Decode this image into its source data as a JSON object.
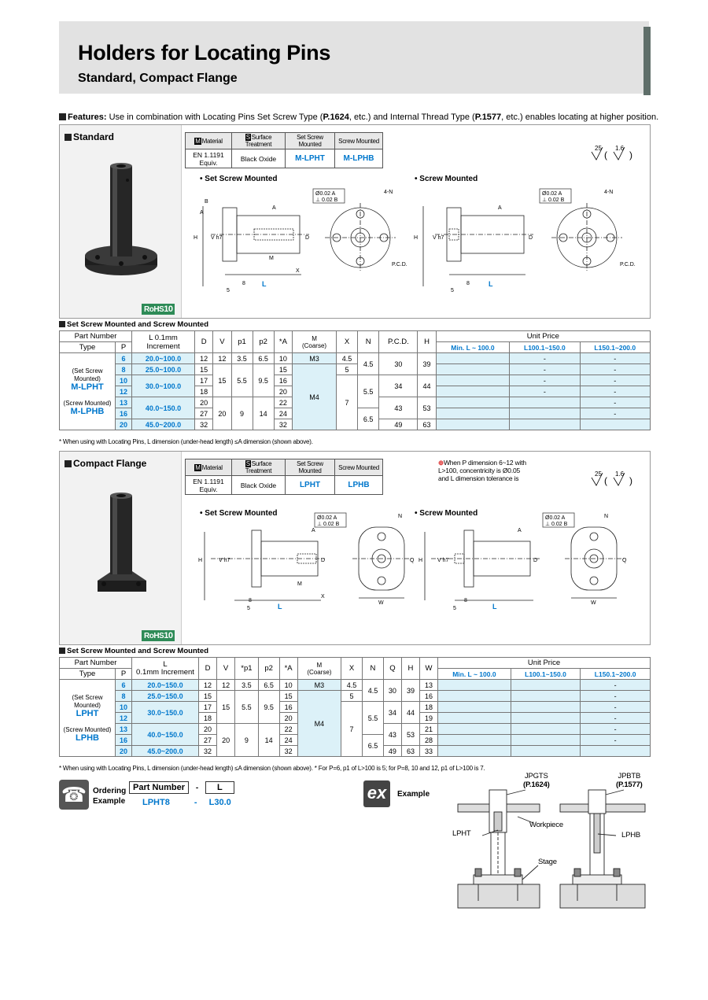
{
  "header": {
    "title": "Holders for Locating Pins",
    "subtitle": "Standard, Compact Flange"
  },
  "features": {
    "label": "Features:",
    "text_a": " Use in combination with Locating Pins Set Screw Type (",
    "ref1": "P.1624",
    "text_b": ", etc.) and Internal Thread Type (",
    "ref2": "P.1577",
    "text_c": ", etc.) enables locating at higher position."
  },
  "standard": {
    "title": "Standard",
    "rohs": "RoHS",
    "rohs_num": "10",
    "material_table": {
      "h_material_tag": "M",
      "h_material": "Material",
      "h_surface_tag": "S",
      "h_surface": "Surface Treatment",
      "h_set": "Set Screw Mounted",
      "h_screw": "Screw Mounted",
      "material": "EN 1.1191 Equiv.",
      "surface": "Black Oxide",
      "set_code": "M-LPHT",
      "screw_code": "M-LPHB"
    },
    "surface_finish": "25",
    "surface_finish2": "1.6",
    "label_set": "• Set Screw Mounted",
    "label_screw": "• Screw Mounted",
    "table_caption": "Set Screw Mounted and Screw Mounted",
    "columns": [
      "D",
      "V",
      "p1",
      "p2",
      "*A",
      "M (Coarse)",
      "X",
      "N",
      "P.C.D.",
      "H"
    ],
    "h_part": "Part Number",
    "h_type": "Type",
    "h_p": "P",
    "h_l": "L 0.1mm Increment",
    "h_m": "M",
    "h_coarse": "(Coarse)",
    "h_price": "Unit Price",
    "price_cols": [
      "Min. L ~ 100.0",
      "L100.1~150.0",
      "L150.1~200.0"
    ],
    "type_set_label": "(Set Screw Mounted)",
    "type_set_code": "M-LPHT",
    "type_screw_label": "(Screw Mounted)",
    "type_screw_code": "M-LPHB",
    "rows": [
      {
        "p": "6",
        "l": "20.0~100.0",
        "d": "12",
        "a": "10",
        "price": [
          "",
          "-",
          "-"
        ]
      },
      {
        "p": "8",
        "l": "25.0~100.0",
        "d": "15",
        "a": "15",
        "price": [
          "",
          "-",
          "-"
        ]
      },
      {
        "p": "10",
        "l": "",
        "d": "17",
        "a": "16",
        "price": [
          "",
          "-",
          "-"
        ]
      },
      {
        "p": "12",
        "l": "",
        "d": "18",
        "a": "20",
        "price": [
          "",
          "-",
          "-"
        ]
      },
      {
        "p": "13",
        "l": "",
        "d": "20",
        "a": "22",
        "price": [
          "",
          "",
          "-"
        ]
      },
      {
        "p": "16",
        "l": "",
        "d": "27",
        "a": "24",
        "price": [
          "",
          "",
          "-"
        ]
      },
      {
        "p": "20",
        "l": "45.0~200.0",
        "d": "32",
        "a": "32",
        "price": [
          "",
          "",
          ""
        ]
      }
    ],
    "merged": {
      "l_10_12": "30.0~100.0",
      "l_13_16": "40.0~150.0",
      "v_6": "12",
      "v_8_12": "15",
      "v_13_20": "20",
      "p1_6": "3.5",
      "p1_8_12": "5.5",
      "p1_13_20": "9",
      "p2_6": "6.5",
      "p2_8_12": "9.5",
      "p2_13_20": "14",
      "m_6": "M3",
      "m_rest": "M4",
      "x_6": "4.5",
      "x_8": "5",
      "x_rest": "7",
      "n_6_8": "4.5",
      "n_10_13": "5.5",
      "n_16_20": "6.5",
      "pcd_6_8": "30",
      "pcd_10_12": "34",
      "pcd_13_16": "43",
      "pcd_20": "49",
      "h_6_8": "39",
      "h_10_12": "44",
      "h_13_16": "53",
      "h_20": "63"
    },
    "footnote": "* When using with Locating Pins, L dimension (under-head length) ≤A dimension (shown above)."
  },
  "compact": {
    "title": "Compact Flange",
    "rohs": "RoHS",
    "rohs_num": "10",
    "material_table": {
      "material": "EN 1.1191 Equiv.",
      "surface": "Black Oxide",
      "set_code": "LPHT",
      "screw_code": "LPHB"
    },
    "note_line1": "When P dimension 6~12 with",
    "note_line2": "L>100, concentricity is Ø0.05",
    "note_line3": "and L dimension tolerance is",
    "label_set": "• Set Screw Mounted",
    "label_screw": "• Screw Mounted",
    "table_caption": "Set Screw Mounted and Screw Mounted",
    "columns": [
      "D",
      "V",
      "*p1",
      "p2",
      "*A",
      "M (Coarse)",
      "X",
      "N",
      "Q",
      "H",
      "W"
    ],
    "h_l_top": "L",
    "h_l_bottom": "0.1mm Increment",
    "type_set_code": "LPHT",
    "type_screw_code": "LPHB",
    "rows": [
      {
        "p": "6",
        "l": "20.0~150.0",
        "d": "12",
        "a": "10",
        "w": "13",
        "price": [
          "",
          "",
          "-"
        ]
      },
      {
        "p": "8",
        "l": "25.0~150.0",
        "d": "15",
        "a": "15",
        "w": "16",
        "price": [
          "",
          "",
          "-"
        ]
      },
      {
        "p": "10",
        "l": "",
        "d": "17",
        "a": "16",
        "w": "18",
        "price": [
          "",
          "",
          "-"
        ]
      },
      {
        "p": "12",
        "l": "",
        "d": "18",
        "a": "20",
        "w": "19",
        "price": [
          "",
          "",
          "-"
        ]
      },
      {
        "p": "13",
        "l": "",
        "d": "20",
        "a": "22",
        "w": "21",
        "price": [
          "",
          "",
          "-"
        ]
      },
      {
        "p": "16",
        "l": "",
        "d": "27",
        "a": "24",
        "w": "28",
        "price": [
          "",
          "",
          "-"
        ]
      },
      {
        "p": "20",
        "l": "45.0~200.0",
        "d": "32",
        "a": "32",
        "w": "33",
        "price": [
          "",
          "",
          ""
        ]
      }
    ],
    "merged": {
      "l_10_12": "30.0~150.0",
      "l_13_16": "40.0~150.0",
      "q_6_8": "30",
      "q_10_12": "34",
      "q_13_16": "43",
      "q_20": "49",
      "h_6_8": "39",
      "h_10_12": "44",
      "h_13_16": "53",
      "h_20": "63"
    },
    "footnote": "* When using with Locating Pins, L dimension (under-head length) ≤A dimension (shown above). * For P=6, p1 of L>100 is 5; for P=8, 10 and 12, p1 of L>100 is 7."
  },
  "ordering": {
    "label1": "Ordering",
    "label2": "Example",
    "h_part": "Part Number",
    "dash": "-",
    "h_l": "L",
    "v_part": "LPHT8",
    "v_l": "L30.0"
  },
  "example": {
    "icon": "ex",
    "label": "Example",
    "jpgts": "JPGTS",
    "jpgts_ref": "(P.1624)",
    "jpbtb": "JPBTB",
    "jpbtb_ref": "(P.1577)",
    "workpiece": "Workpiece",
    "lpht": "LPHT",
    "lphb": "LPHB",
    "stage": "Stage"
  }
}
